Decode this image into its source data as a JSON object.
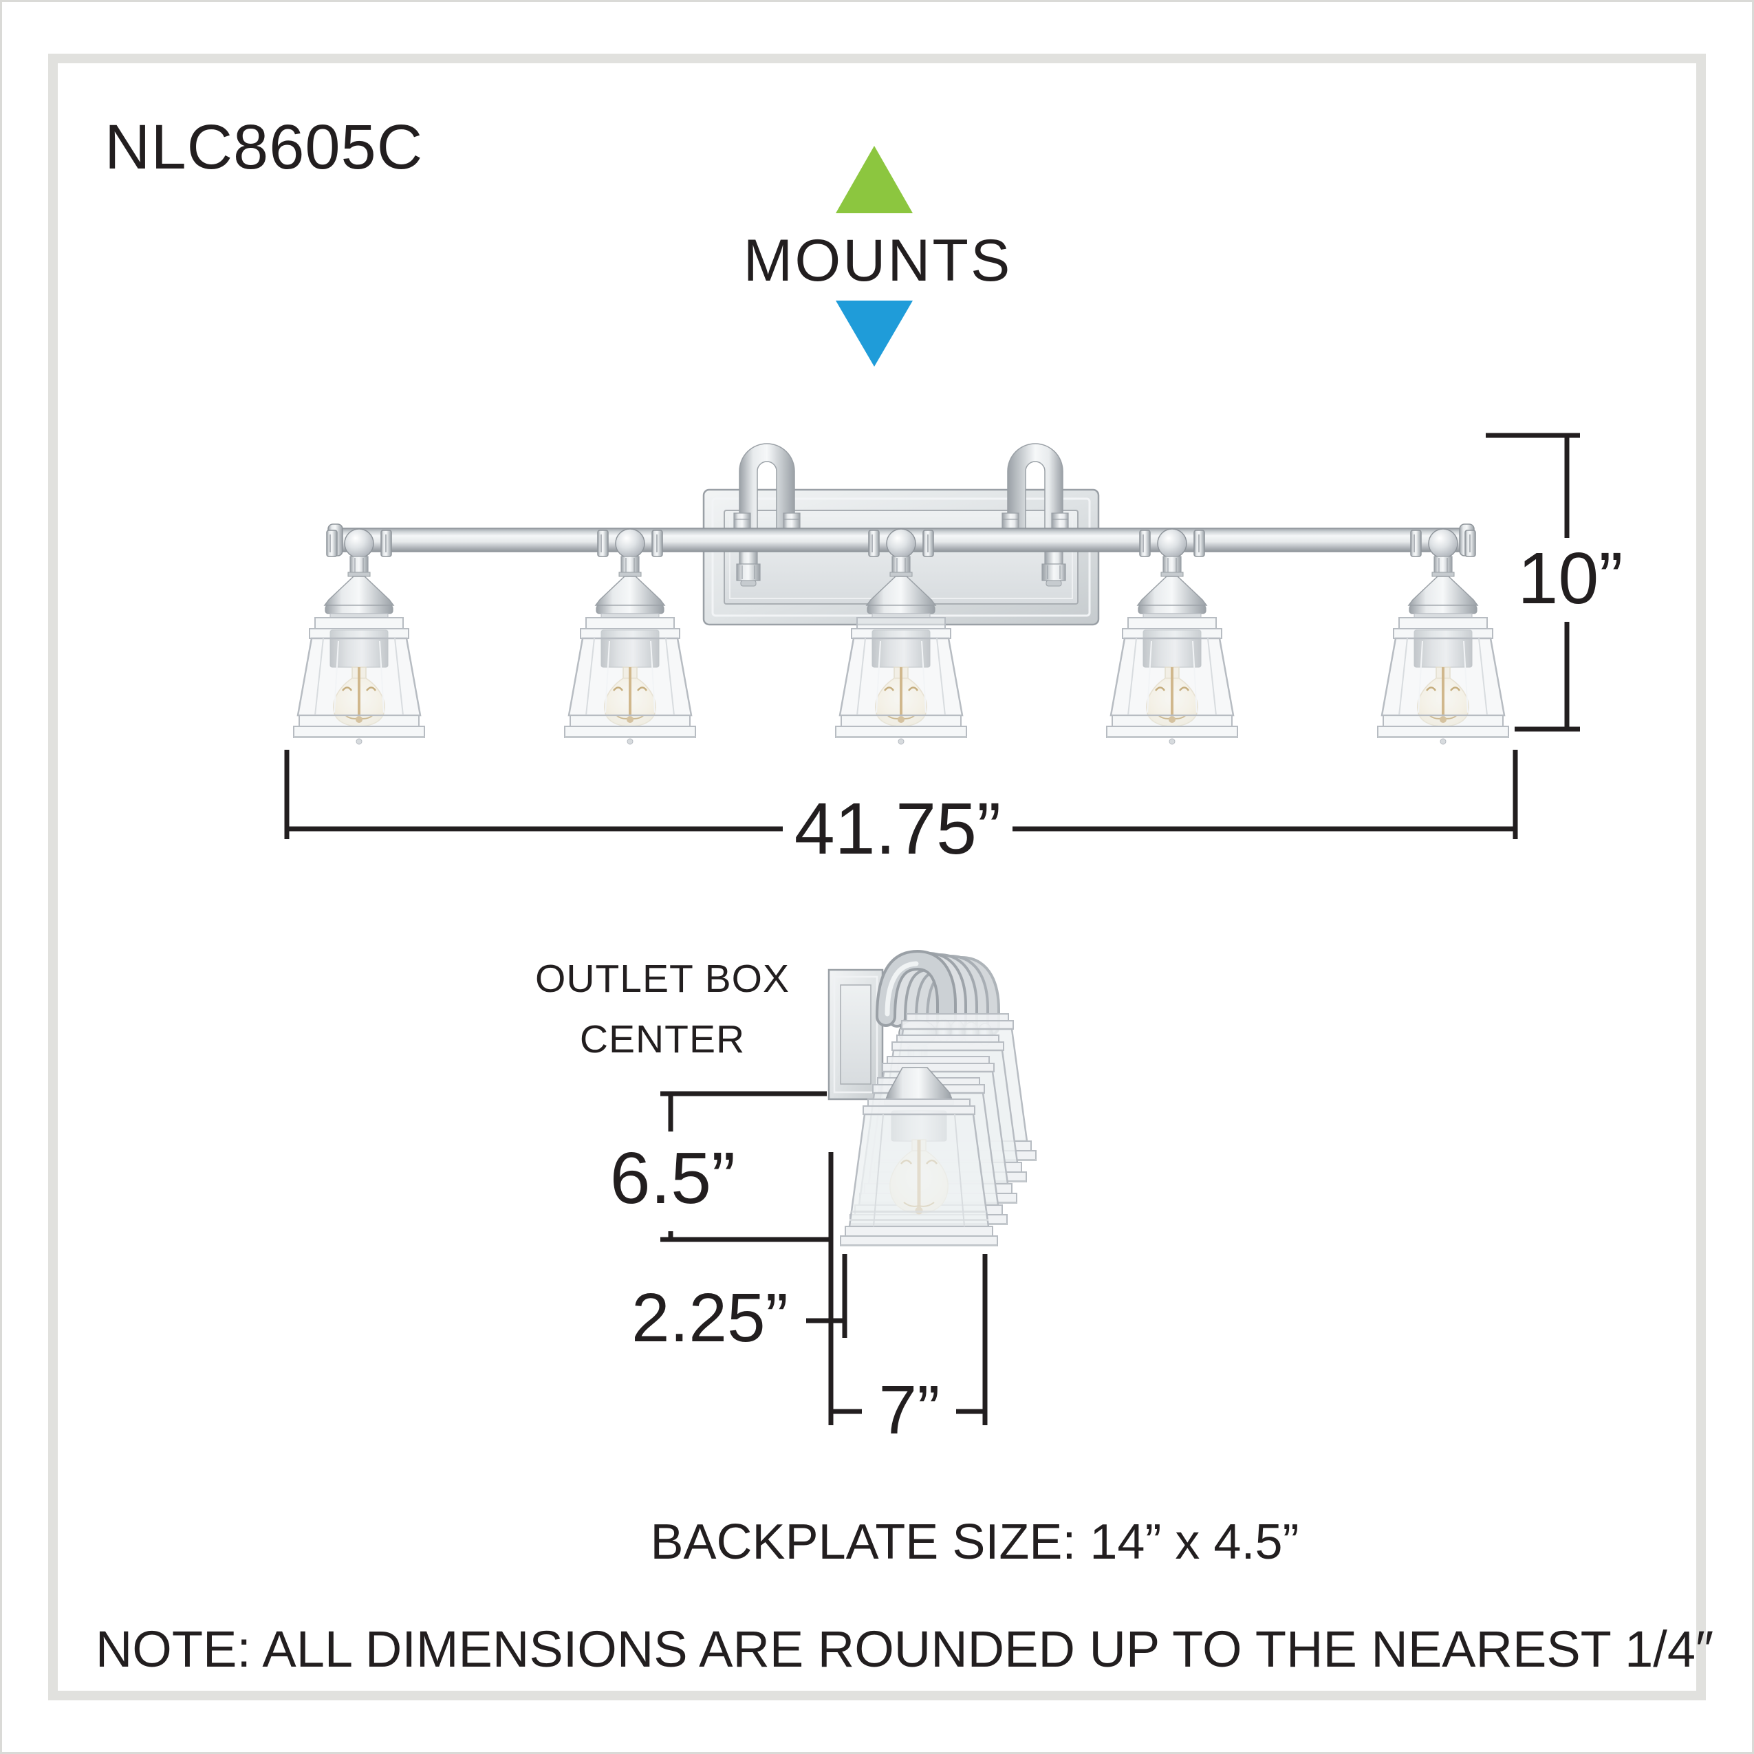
{
  "model": "NLC8605C",
  "mounts": {
    "label": "MOUNTS",
    "up_color": "#8CC63F",
    "down_color": "#1F9CD9"
  },
  "front_view": {
    "height_dim": "10”",
    "width_dim": "41.75”"
  },
  "side_view": {
    "outlet_line1": "OUTLET BOX",
    "outlet_line2": "CENTER",
    "center_dim": "6.5”",
    "depth_dim": "2.25”",
    "glass_dim": "7”"
  },
  "footer": {
    "backplate_size": "BACKPLATE SIZE: 14” x 4.5”",
    "note": "NOTE:  ALL DIMENSIONS ARE ROUNDED UP TO THE NEAREST  1/4″"
  }
}
